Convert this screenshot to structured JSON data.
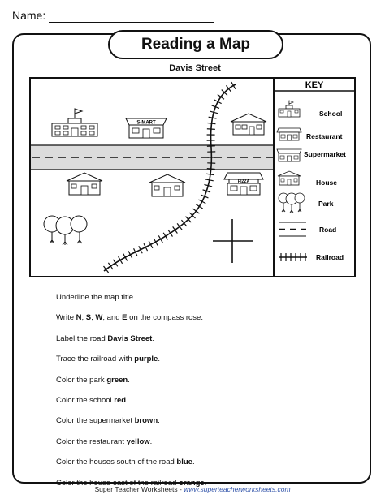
{
  "header": {
    "name_label": "Name:"
  },
  "title": "Reading a Map",
  "map": {
    "street_label": "Davis Street",
    "supermarket_sign": "S-MART",
    "restaurant_sign": "PIZZA"
  },
  "key": {
    "title": "KEY",
    "items": [
      {
        "icon": "school-icon",
        "label": "School"
      },
      {
        "icon": "restaurant-icon",
        "label": "Restaurant"
      },
      {
        "icon": "supermarket-icon",
        "label": "Supermarket"
      },
      {
        "icon": "house-icon",
        "label": "House"
      },
      {
        "icon": "park-icon",
        "label": "Park"
      },
      {
        "icon": "road-icon",
        "label": "Road"
      },
      {
        "icon": "railroad-icon",
        "label": "Railroad"
      }
    ]
  },
  "instructions": [
    {
      "before": "Underline the map title.",
      "bold": "",
      "after": ""
    },
    {
      "before": "Write ",
      "bold": "N",
      "after": ", ",
      "bold2": "S",
      "after2": ", ",
      "bold3": "W",
      "after3": ", and ",
      "bold4": "E",
      "after4": " on the compass rose."
    },
    {
      "before": "Label the road ",
      "bold": "Davis Street",
      "after": "."
    },
    {
      "before": "Trace the railroad with ",
      "bold": "purple",
      "after": "."
    },
    {
      "before": "Color the park ",
      "bold": "green",
      "after": "."
    },
    {
      "before": "Color the school ",
      "bold": "red",
      "after": "."
    },
    {
      "before": "Color the supermarket ",
      "bold": "brown",
      "after": "."
    },
    {
      "before": "Color the restaurant ",
      "bold": "yellow",
      "after": "."
    },
    {
      "before": "Color the houses south of the road ",
      "bold": "blue",
      "after": "."
    },
    {
      "before": "Color the house east of the railroad ",
      "bold": "orange",
      "after": "."
    }
  ],
  "footer": {
    "brand": "Super Teacher Worksheets",
    "separator": " - ",
    "url": "www.superteacherworksheets.com"
  }
}
